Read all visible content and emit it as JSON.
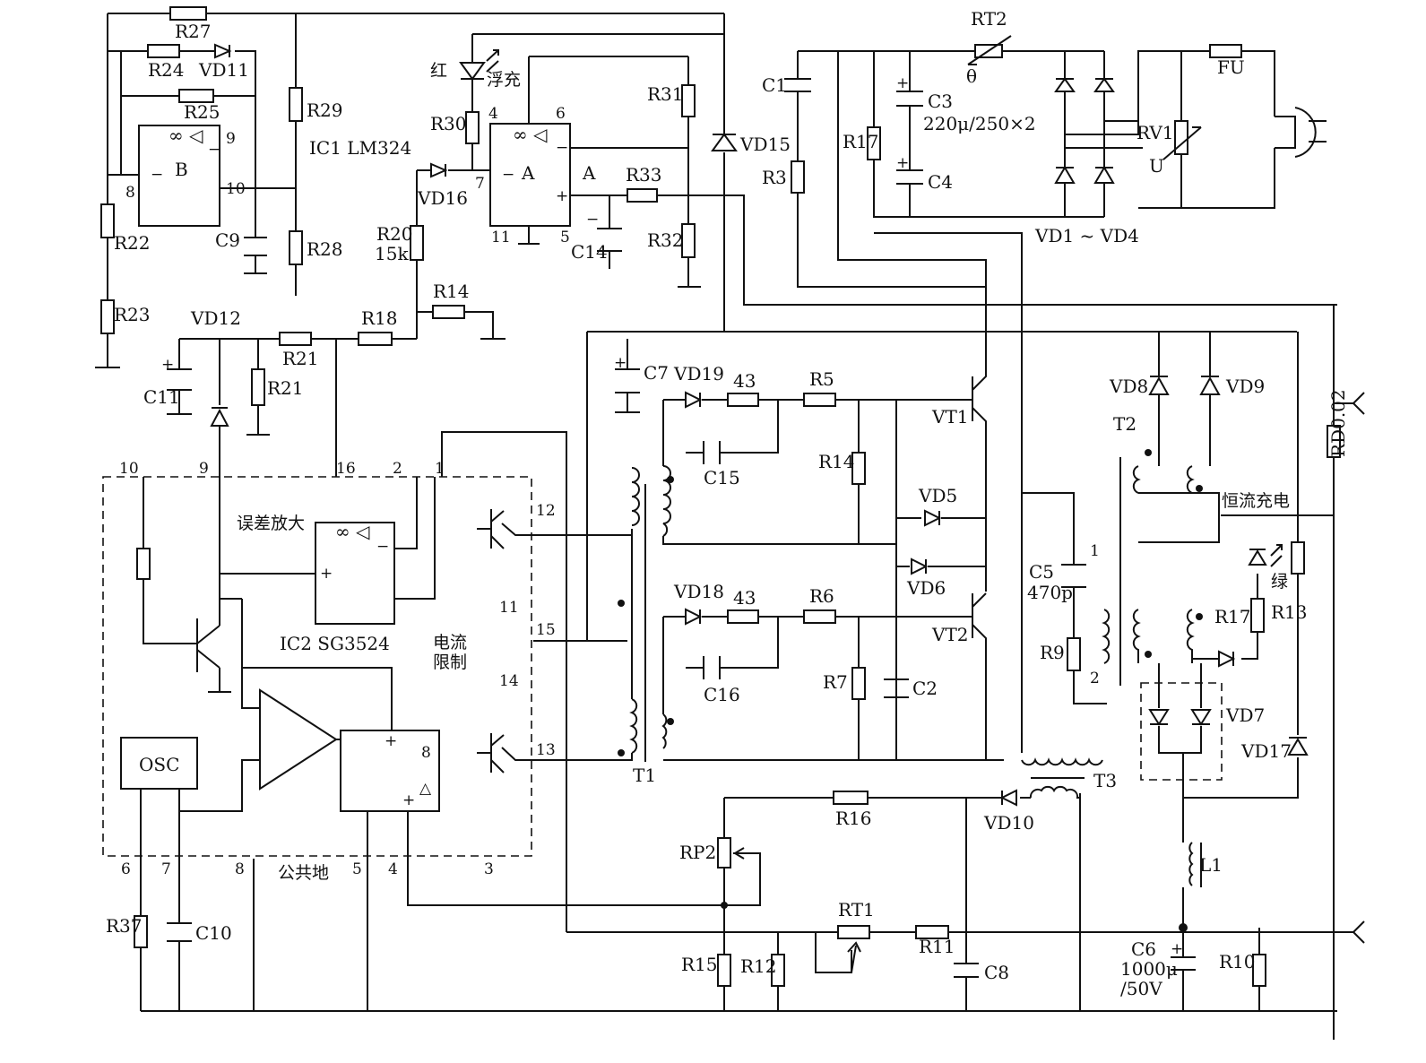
{
  "ic_titles": {
    "ic1": "IC1  LM324",
    "ic2": "IC2  SG3524"
  },
  "blocks": {
    "opamp_a": "A",
    "opamp_b": "B",
    "opamp_symbol": "∞ ◁",
    "osc": "OSC",
    "error_amp": "误差放大",
    "current_limit_1": "电流",
    "current_limit_2": "限制",
    "common_ground": "公共地",
    "const_current_charge": "恒流充电",
    "float_charge": "浮充",
    "red": "红",
    "green": "绿"
  },
  "resistors": {
    "r3": "R3",
    "r5": "R5",
    "r6": "R6",
    "r7": "R7",
    "r9": "R9",
    "r10": "R10",
    "r11": "R11",
    "r12": "R12",
    "r13": "R13",
    "r14_top": "R14",
    "r14_mid": "R14",
    "r15": "R15",
    "r16": "R16",
    "r17_top": "R17",
    "r17_bot": "R17",
    "r18": "R18",
    "r20": "R20",
    "r20_val": "15k",
    "r21_a": "R21",
    "r21_b": "R21",
    "r22": "R22",
    "r23": "R23",
    "r24": "R24",
    "r25": "R25",
    "r27": "R27",
    "r28": "R28",
    "r29": "R29",
    "r30": "R30",
    "r31": "R31",
    "r32": "R32",
    "r33": "R33",
    "r37": "R37",
    "r_43a": "43",
    "r_43b": "43",
    "rd": "RD0.02",
    "rp2": "RP2",
    "rt1": "RT1",
    "rt2": "RT2",
    "rv1": "RV1"
  },
  "capacitors": {
    "c1": "C1",
    "c2": "C2",
    "c3": "C3",
    "c3_val": "220μ/250×2",
    "c4": "C4",
    "c5": "C5",
    "c5_val": "470p",
    "c6": "C6",
    "c6_val1": "1000μ",
    "c6_val2": "/50V",
    "c7": "C7",
    "c8": "C8",
    "c9": "C9",
    "c10": "C10",
    "c11": "C11",
    "c14": "C14",
    "c15": "C15",
    "c16": "C16"
  },
  "semiconductors": {
    "vd1_4": "VD1 ~ VD4",
    "vd5": "VD5",
    "vd6": "VD6",
    "vd7": "VD7",
    "vd8": "VD8",
    "vd9": "VD9",
    "vd10": "VD10",
    "vd11": "VD11",
    "vd12": "VD12",
    "vd15": "VD15",
    "vd16": "VD16",
    "vd17": "VD17",
    "vd18": "VD18",
    "vd19": "VD19",
    "vt1": "VT1",
    "vt2": "VT2"
  },
  "magnetics": {
    "t1": "T1",
    "t2": "T2",
    "t3": "T3",
    "l1": "L1",
    "fu": "FU",
    "theta": "θ",
    "u": "U"
  },
  "pins": {
    "p1": "1",
    "p2": "2",
    "p3": "3",
    "p4": "4",
    "p5": "5",
    "p6": "6",
    "p7": "7",
    "p8": "8",
    "p9": "9",
    "p10": "10",
    "p11": "11",
    "p12": "12",
    "p13": "13",
    "p14": "14",
    "p15": "15",
    "p16": "16",
    "lm_4": "4",
    "lm_6": "6",
    "lm_7": "7",
    "lm_11": "11",
    "lm_5": "5",
    "lm_8": "8",
    "lm_9": "9",
    "lm_10": "10",
    "t3_1": "1",
    "t3_2": "2",
    "sg_8": "8",
    "plus": "+",
    "minus": "−"
  }
}
